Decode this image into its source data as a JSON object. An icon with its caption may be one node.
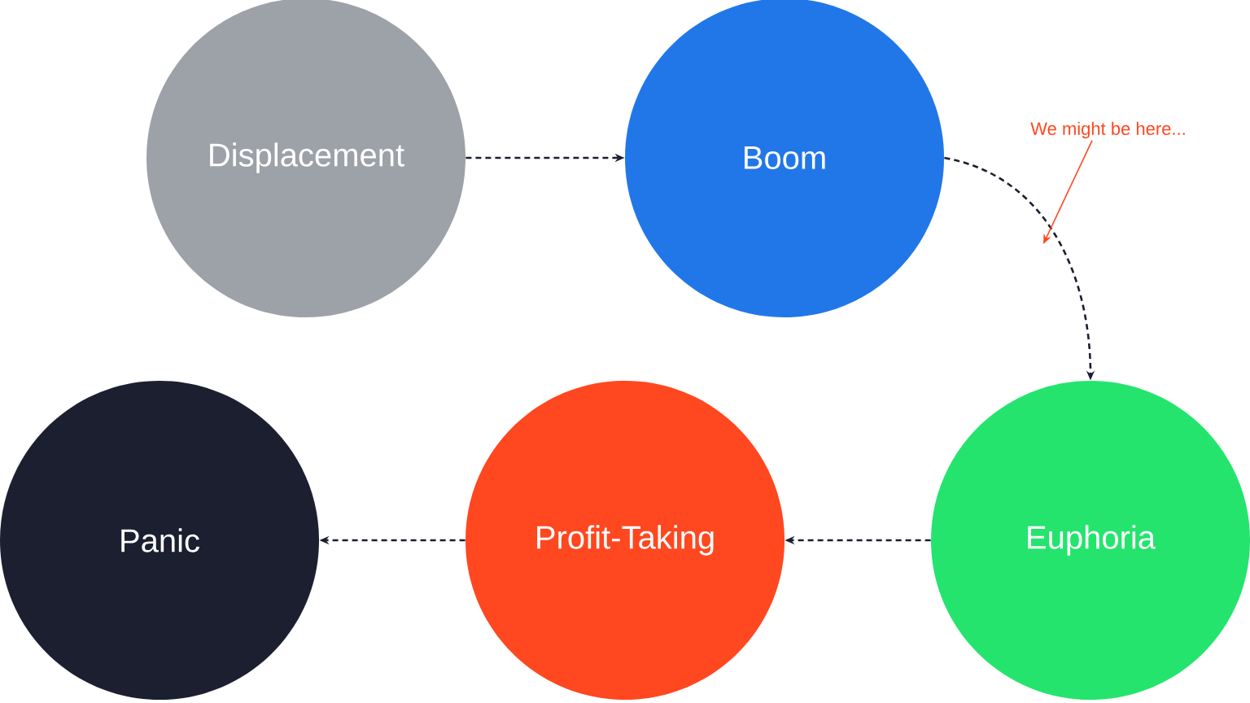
{
  "diagram": {
    "nodes": [
      {
        "text": [
          "Displacement"
        ]
      },
      {
        "text": [
          "Boom"
        ]
      },
      {
        "text": [
          "Euphoria"
        ]
      },
      {
        "text": [
          "Profit-Taking"
        ]
      },
      {
        "text": [
          "Panic"
        ]
      },
      {
        "text": [
          "We might be here..."
        ]
      }
    ],
    "edges": [
      {
        "from": 0,
        "to": 1,
        "arrow": "to",
        "style": "dashed"
      },
      {
        "from": 1,
        "to": 2,
        "arrow": "to",
        "style": "dashed"
      },
      {
        "from": 2,
        "to": 3,
        "arrow": "to",
        "style": "dashed"
      },
      {
        "from": 3,
        "to": 4,
        "arrow": "to",
        "style": "dashed"
      },
      {
        "from": 5,
        "to": null,
        "arrow": "to",
        "color": "#ff4720"
      }
    ]
  }
}
